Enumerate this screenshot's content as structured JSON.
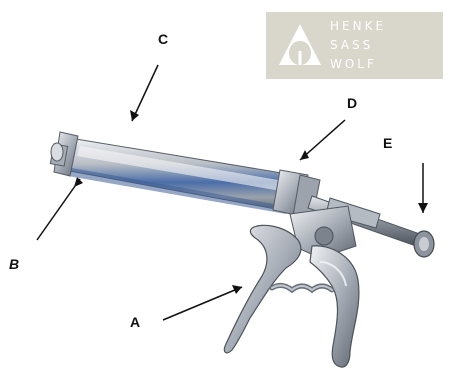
{
  "logo": {
    "brand_lines": [
      "HENKE",
      "SASS",
      "WOLF"
    ],
    "background_color": "#d9d6cc",
    "mark_color": "#ffffff"
  },
  "callouts": {
    "a": "A",
    "b": "B",
    "c": "C",
    "d": "D",
    "e": "E"
  },
  "colors": {
    "steel": "#c8ccd3",
    "steel_dark": "#6f7680",
    "blue_tint": "#4a6ea8",
    "text": "#111111"
  }
}
